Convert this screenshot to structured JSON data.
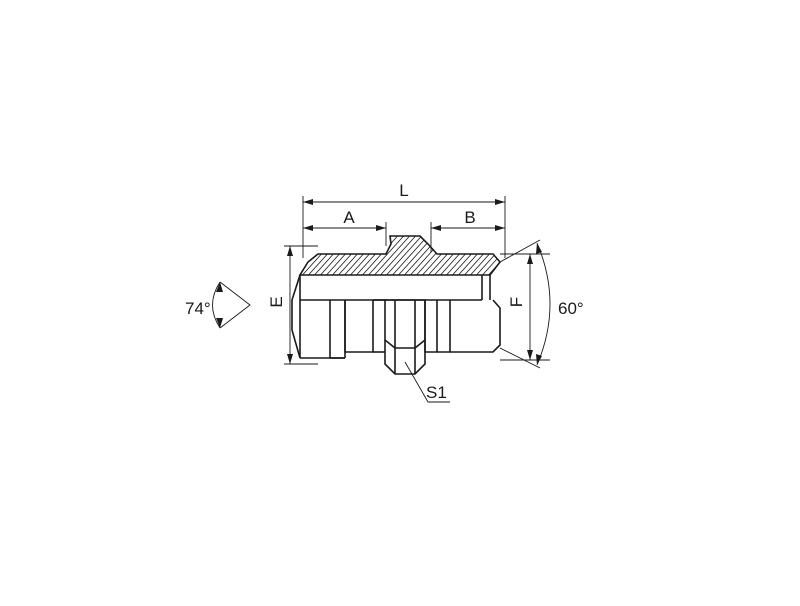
{
  "diagram": {
    "dim_L": "L",
    "dim_A": "A",
    "dim_B": "B",
    "dim_E": "E",
    "dim_F": "F",
    "hex_S1": "S1",
    "angle_left": "74°",
    "angle_right": "60°"
  },
  "colors": {
    "line": "#1a1a1a",
    "background": "#ffffff"
  }
}
